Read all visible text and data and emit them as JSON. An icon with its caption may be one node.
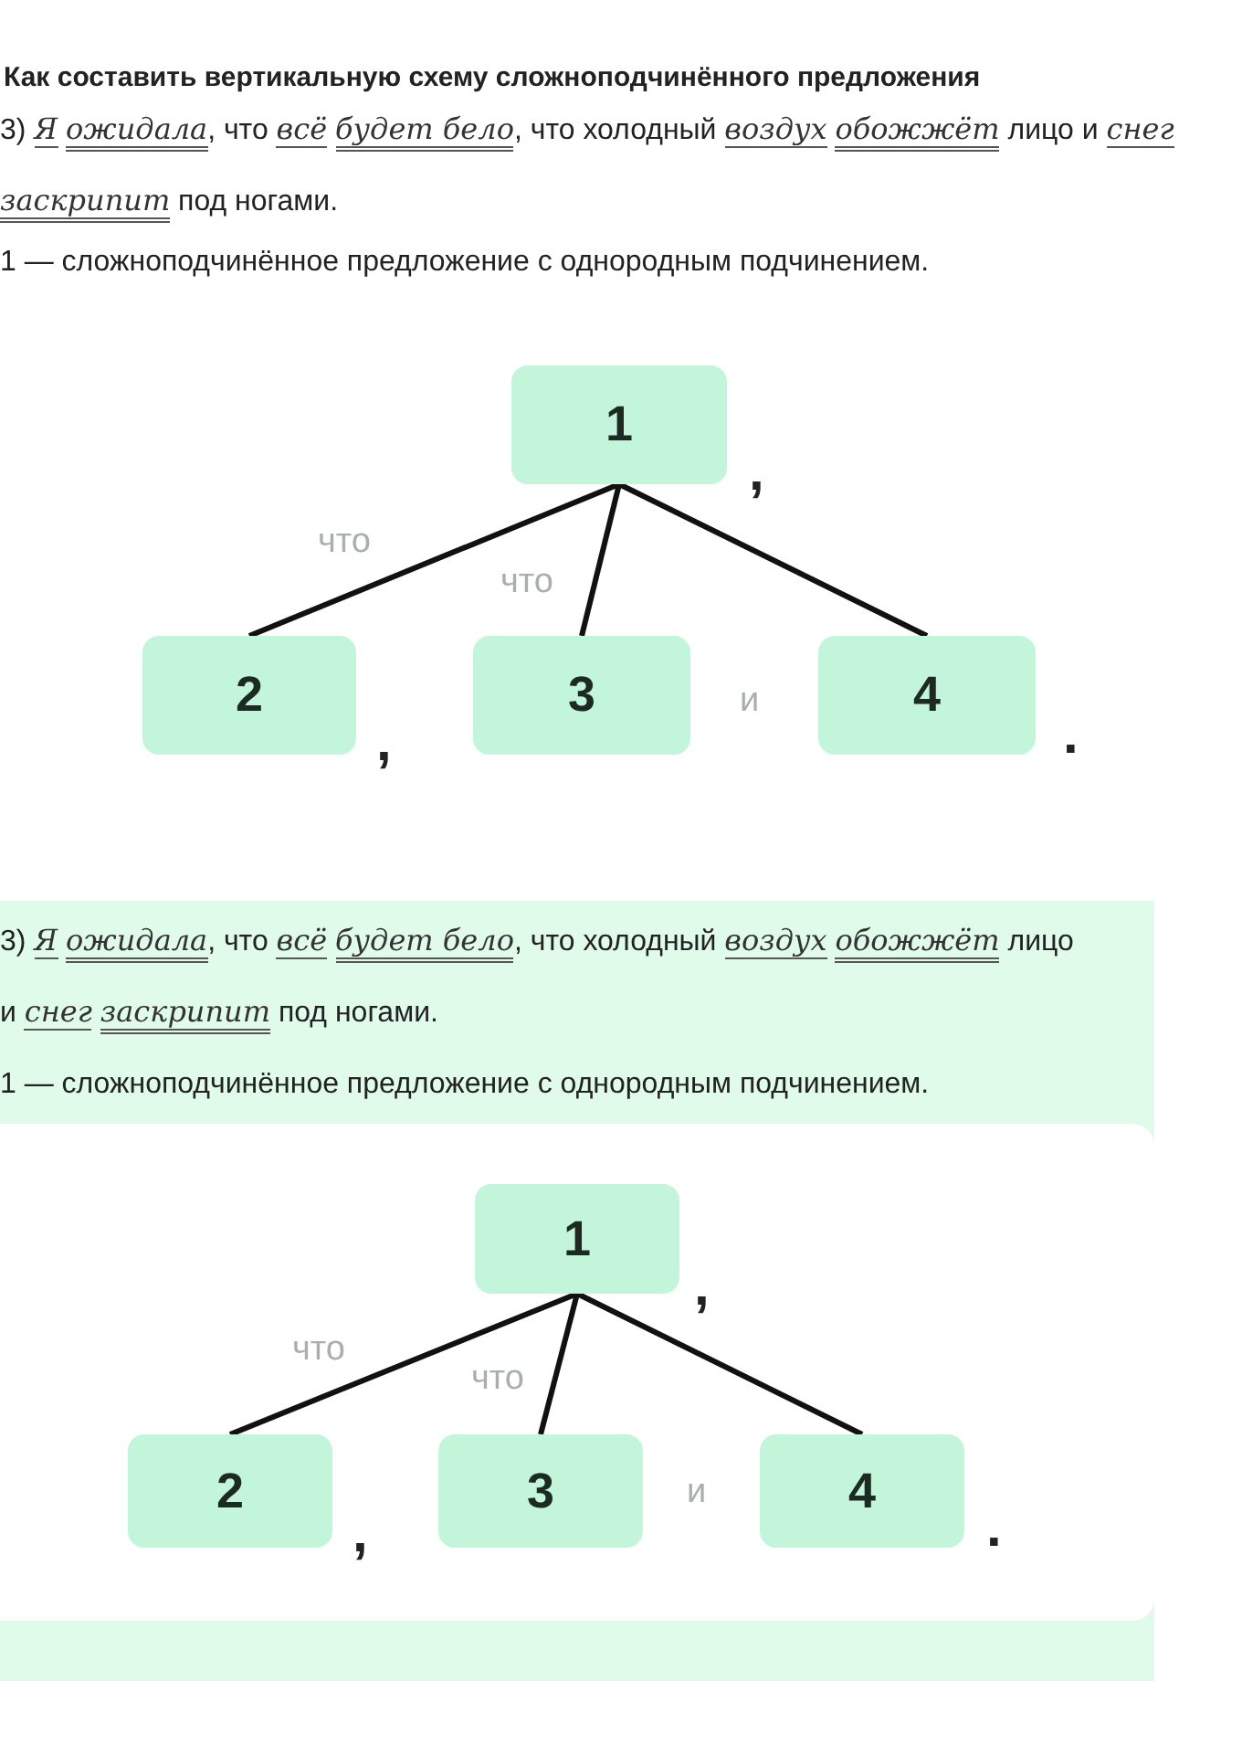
{
  "diagram": {
    "title": "Как составить вертикальную схему сложноподчинённого предложения",
    "nodes": [
      {
        "text": [
          "1"
        ]
      },
      {
        "text": [
          "2"
        ]
      },
      {
        "text": [
          "3"
        ]
      },
      {
        "text": [
          "4"
        ]
      },
      {
        "text": [
          "1"
        ]
      },
      {
        "text": [
          "2"
        ]
      },
      {
        "text": [
          "3"
        ]
      },
      {
        "text": [
          "4"
        ]
      }
    ],
    "edges": [
      {
        "from": 0,
        "to": 1,
        "arrow": "none",
        "label": "что"
      },
      {
        "from": 0,
        "to": 2,
        "arrow": "none",
        "label": "что"
      },
      {
        "from": 0,
        "to": 3,
        "arrow": "none"
      },
      {
        "from": 4,
        "to": 5,
        "arrow": "none",
        "label": "что"
      },
      {
        "from": 4,
        "to": 6,
        "arrow": "none",
        "label": "что"
      },
      {
        "from": 4,
        "to": 7,
        "arrow": "none"
      }
    ],
    "labels": [
      "3) *Я* *ожидала*, что *всё* *будет бело*, что холодный *воздух* *обожжёт* лицо и *снег* *заскрипит* под ногами.",
      "1 — сложноподчинённое предложение с однородным подчинением.",
      ",",
      ",",
      "и",
      ".",
      "3) *Я* *ожидала*, что *всё* *будет бело*, что холодный *воздух* *обожжёт* лицо и *снег* *заскрипит* под ногами.",
      "1 — сложноподчинённое предложение с однородным подчинением.",
      ",",
      ",",
      "и",
      "."
    ]
  }
}
